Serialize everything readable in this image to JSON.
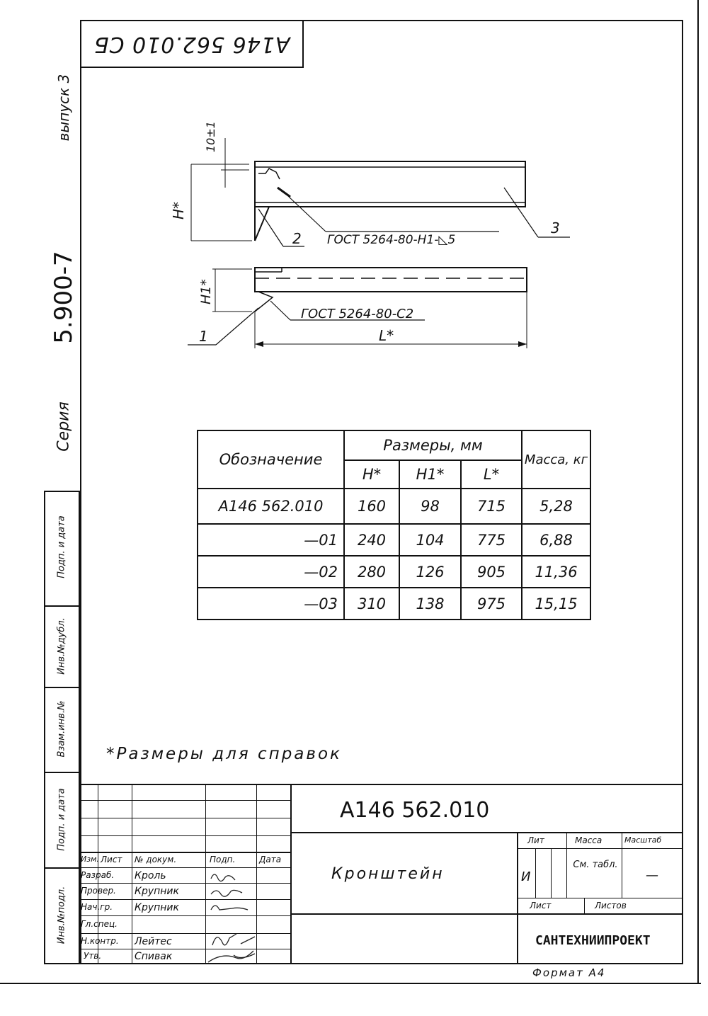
{
  "top_code": "A146 562.010 СБ",
  "side_margin": {
    "series_label": "Серия",
    "series_number": "5.900-7",
    "issue": "выпуск 3",
    "sign_date_1": "Подп. и дата",
    "inv_dup": "Инв.№дубл.",
    "vzam_inv": "Взам.инв.№",
    "sign_date_2": "Подп. и дата",
    "inv_orig": "Инв.№подл."
  },
  "drawing": {
    "tolerance": "10±1",
    "dim_h": "H*",
    "dim_h1": "H1*",
    "dim_l": "L*",
    "weld_1": "ГОСТ 5264-80-Н1-◺5",
    "weld_2": "ГОСТ 5264-80-С2",
    "pos_1": "1",
    "pos_2": "2",
    "pos_3": "3"
  },
  "table": {
    "col_designation": "Обозначение",
    "col_sizes": "Размеры, мм",
    "col_h": "H*",
    "col_h1": "H1*",
    "col_l": "L*",
    "col_mass": "Масса, кг",
    "rows": [
      {
        "designation": "A146 562.010",
        "h": "160",
        "h1": "98",
        "l": "715",
        "mass": "5,28"
      },
      {
        "designation": "—01",
        "h": "240",
        "h1": "104",
        "l": "775",
        "mass": "6,88"
      },
      {
        "designation": "—02",
        "h": "280",
        "h1": "126",
        "l": "905",
        "mass": "11,36"
      },
      {
        "designation": "—03",
        "h": "310",
        "h1": "138",
        "l": "975",
        "mass": "15,15"
      }
    ]
  },
  "note": "*Размеры для справок",
  "title_block": {
    "doc_code": "A146 562.010",
    "part_name": "Кронштейн",
    "hdr_izm": "Изм.",
    "hdr_list": "Лист",
    "hdr_doc": "№ докум.",
    "hdr_sign": "Подп.",
    "hdr_date": "Дата",
    "roles": [
      {
        "role": "Разраб.",
        "name": "Кроль"
      },
      {
        "role": "Провер.",
        "name": "Крупник"
      },
      {
        "role": "Нач.гр.",
        "name": "Крупник"
      },
      {
        "role": "Гл.спец.",
        "name": ""
      },
      {
        "role": "Н.контр.",
        "name": "Лейтес"
      },
      {
        "role": "Утв.",
        "name": "Спивак"
      }
    ],
    "lit_label": "Лит",
    "mass_label": "Масса",
    "scale_label": "Масштаб",
    "lit_value": "И",
    "mass_value": "См. табл.",
    "scale_value": "—",
    "sheet_label": "Лист",
    "sheets_label": "Листов",
    "organization": "САНТЕХНИИПРОЕКТ"
  },
  "format": "Формат А4"
}
